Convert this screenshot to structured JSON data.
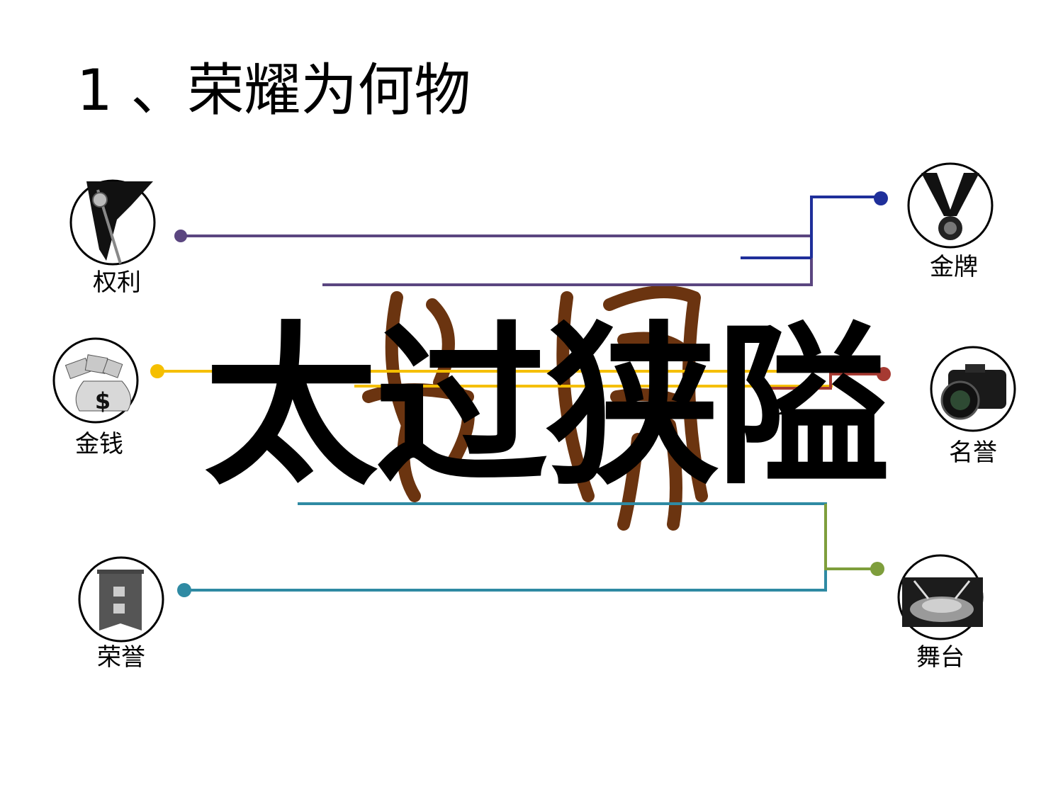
{
  "title": "1 、荣耀为何物",
  "overlay_text": "太过狭隘",
  "nodes": {
    "power": {
      "label": "权利",
      "icon": "scepter-icon"
    },
    "money": {
      "label": "金钱",
      "icon": "money-bag-icon"
    },
    "honor": {
      "label": "荣誉",
      "icon": "champion-banner-icon"
    },
    "medal": {
      "label": "金牌",
      "icon": "medal-icon"
    },
    "fame": {
      "label": "名誉",
      "icon": "camera-icon"
    },
    "stage": {
      "label": "舞台",
      "icon": "stage-icon"
    }
  },
  "colors": {
    "power": "#5b4680",
    "medal": "#1f2f9a",
    "money": "#f5bf00",
    "fame": "#a63a32",
    "honor": "#2f8aa3",
    "stage": "#7e9e3c",
    "calligraphy": "#6b3410"
  }
}
